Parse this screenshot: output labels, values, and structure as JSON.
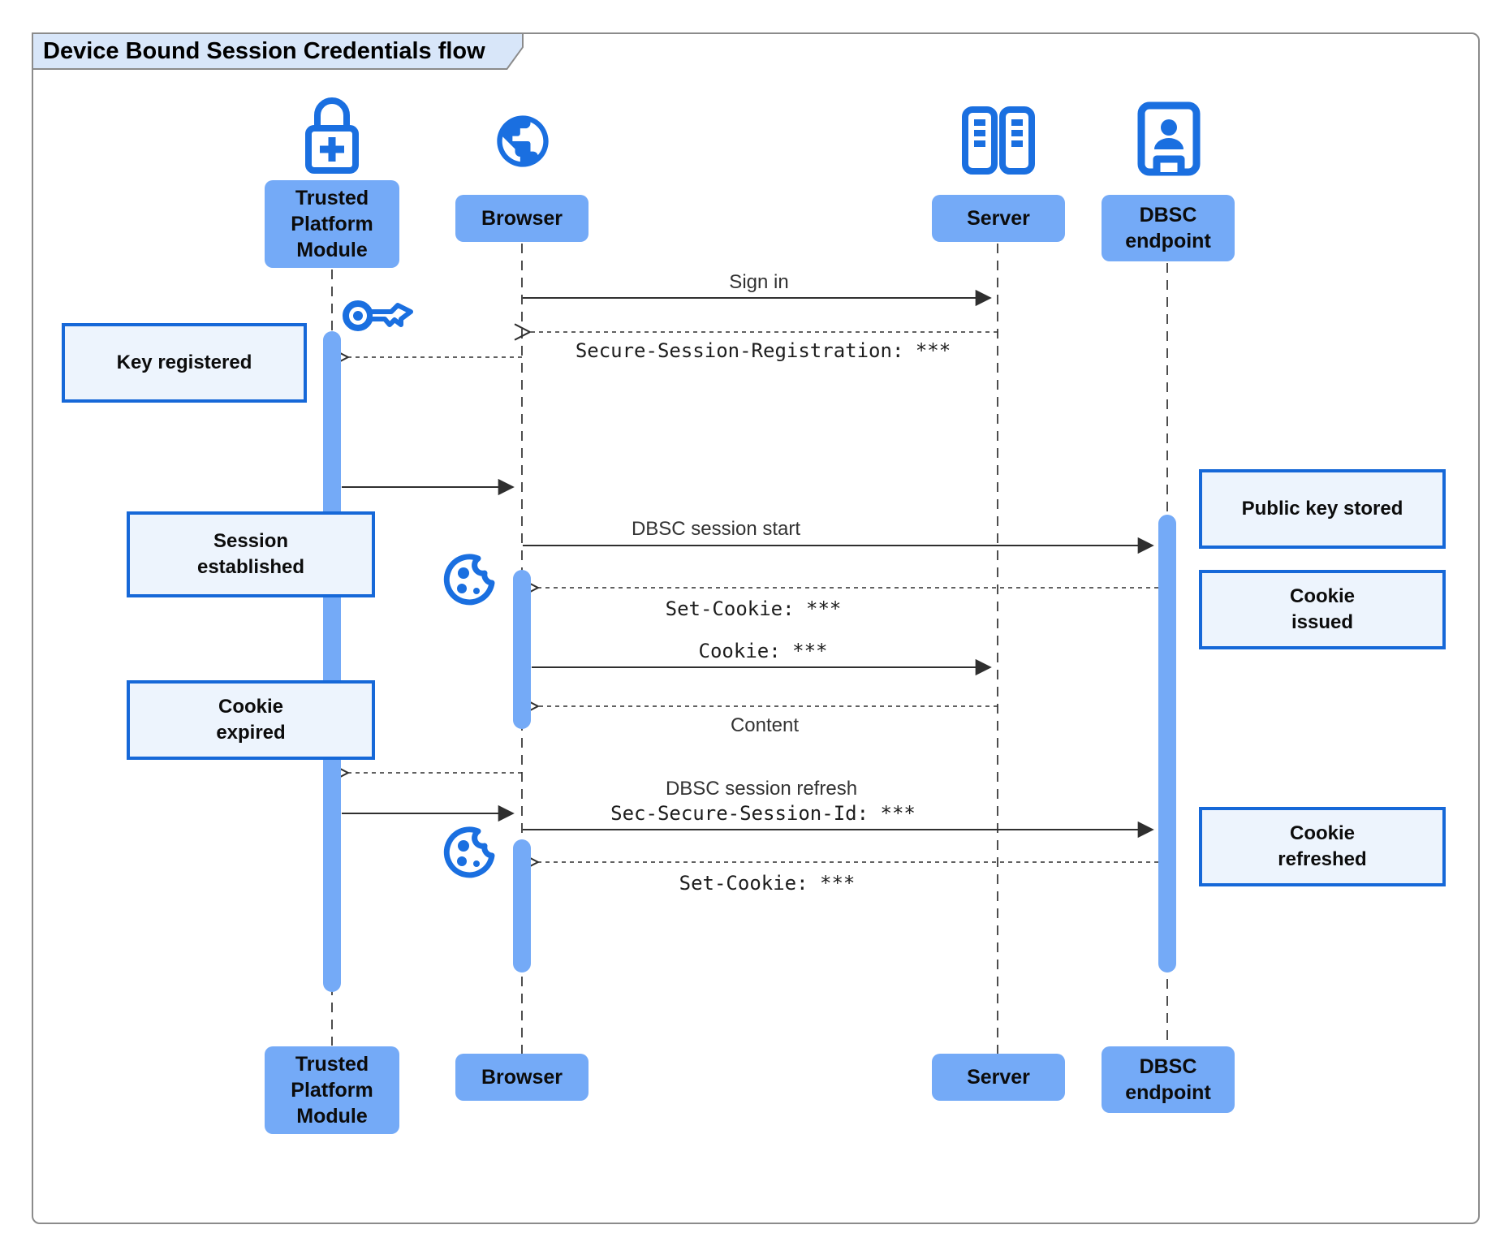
{
  "title": "Device Bound Session Credentials flow",
  "colors": {
    "icon_blue": "#1a6fe0",
    "actor_fill": "#74aaf7",
    "note_fill": "#edf4fd",
    "note_border": "#1668d8",
    "title_tab_fill": "#d8e6f9",
    "line": "#2f2f2f"
  },
  "actors": [
    {
      "id": "tpm",
      "label": "Trusted\nPlatform\nModule",
      "icon": "lock-plus-icon"
    },
    {
      "id": "browser",
      "label": "Browser",
      "icon": "globe-icon"
    },
    {
      "id": "server",
      "label": "Server",
      "icon": "server-rack-icon"
    },
    {
      "id": "dbsc",
      "label": "DBSC\nendpoint",
      "icon": "person-booth-icon"
    }
  ],
  "messages": [
    {
      "from": "Browser",
      "to": "Server",
      "label": "Sign in",
      "style": "solid",
      "font": "sans",
      "label_pos": "above"
    },
    {
      "from": "Server",
      "to": "Browser",
      "label": "Secure-Session-Registration: ***",
      "style": "dashed",
      "font": "mono",
      "label_pos": "below"
    },
    {
      "from": "Browser",
      "to": "Trusted Platform Module",
      "label": "",
      "style": "dashed"
    },
    {
      "from": "Trusted Platform Module",
      "to": "Browser",
      "label": "",
      "style": "solid"
    },
    {
      "from": "Browser",
      "to": "DBSC endpoint",
      "label": "DBSC session start",
      "style": "solid",
      "font": "sans",
      "label_pos": "above"
    },
    {
      "from": "DBSC endpoint",
      "to": "Browser",
      "label": "Set-Cookie: ***",
      "style": "dashed",
      "font": "mono",
      "label_pos": "below"
    },
    {
      "from": "Browser",
      "to": "Server",
      "label": "Cookie: ***",
      "style": "solid",
      "font": "mono",
      "label_pos": "above"
    },
    {
      "from": "Server",
      "to": "Browser",
      "label": "Content",
      "style": "dashed",
      "font": "sans",
      "label_pos": "below"
    },
    {
      "from": "Browser",
      "to": "Trusted Platform Module",
      "label": "",
      "style": "dashed"
    },
    {
      "from": "Trusted Platform Module",
      "to": "Browser",
      "label": "",
      "style": "solid"
    },
    {
      "from": "Browser",
      "to": "DBSC endpoint",
      "label": "DBSC session refresh",
      "sublabel": "Sec-Secure-Session-Id: ***",
      "style": "solid",
      "font": "sans+mono",
      "label_pos": "above"
    },
    {
      "from": "DBSC endpoint",
      "to": "Browser",
      "label": "Set-Cookie: ***",
      "style": "dashed",
      "font": "mono",
      "label_pos": "below"
    }
  ],
  "notes": [
    {
      "id": "key-registered",
      "label": "Key registered",
      "side": "left"
    },
    {
      "id": "session-established",
      "label": "Session\nestablished",
      "side": "left"
    },
    {
      "id": "cookie-expired",
      "label": "Cookie\nexpired",
      "side": "left"
    },
    {
      "id": "public-key-stored",
      "label": "Public key stored",
      "side": "right"
    },
    {
      "id": "cookie-issued",
      "label": "Cookie\nissued",
      "side": "right"
    },
    {
      "id": "cookie-refreshed",
      "label": "Cookie\nrefreshed",
      "side": "right"
    }
  ],
  "decorations": [
    {
      "icon": "key-icon",
      "near": "Trusted Platform Module"
    },
    {
      "icon": "cookie-icon",
      "near": "Browser"
    },
    {
      "icon": "cookie-icon",
      "near": "Browser"
    }
  ]
}
